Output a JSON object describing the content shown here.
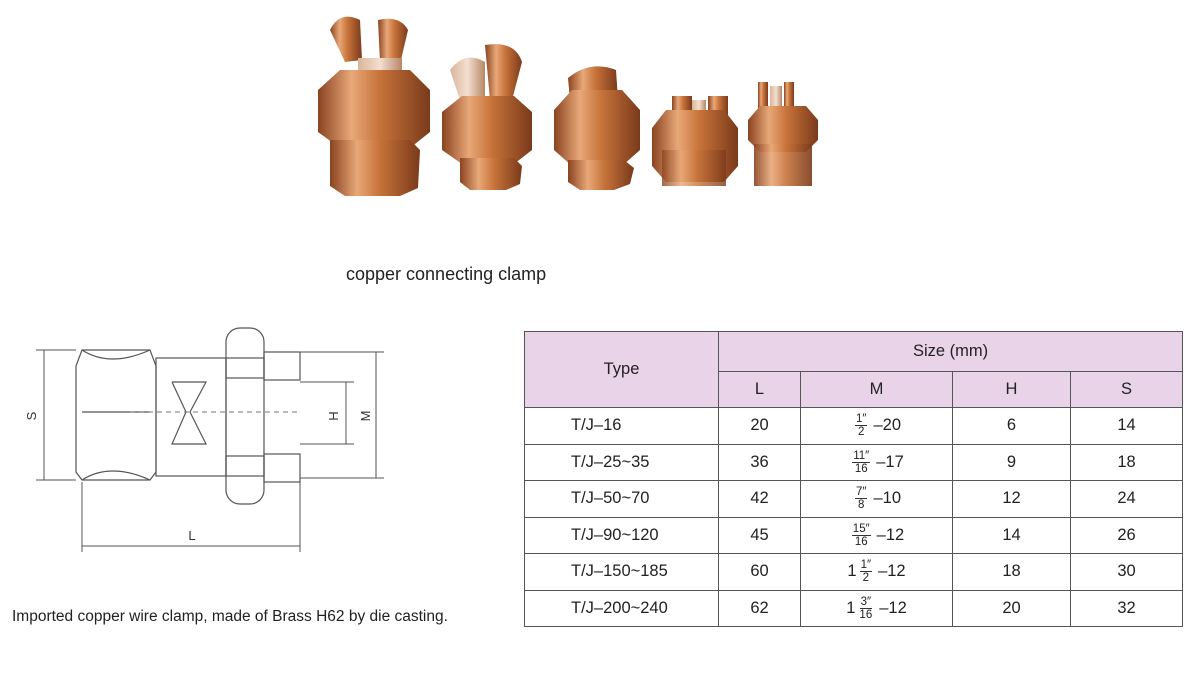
{
  "photo": {
    "caption": "copper connecting clamp",
    "clamps": [
      {
        "name": "clamp-1"
      },
      {
        "name": "clamp-2"
      },
      {
        "name": "clamp-3"
      },
      {
        "name": "clamp-4"
      },
      {
        "name": "clamp-5"
      }
    ]
  },
  "drawing": {
    "dim_labels": {
      "S": "S",
      "H": "H",
      "M": "M",
      "L": "L"
    }
  },
  "description": "Imported copper wire clamp, made of Brass H62 by die casting.",
  "table": {
    "headers": {
      "type": "Type",
      "size": "Size (mm)",
      "L": "L",
      "M": "M",
      "H": "H",
      "S": "S"
    },
    "rows": [
      {
        "type": "T/J–16",
        "L": "20",
        "m_whole": "",
        "m_num": "1″",
        "m_den": "2",
        "m_tail": "–20",
        "H": "6",
        "S": "14"
      },
      {
        "type": "T/J–25~35",
        "L": "36",
        "m_whole": "",
        "m_num": "11″",
        "m_den": "16",
        "m_tail": "–17",
        "H": "9",
        "S": "18"
      },
      {
        "type": "T/J–50~70",
        "L": "42",
        "m_whole": "",
        "m_num": "7″",
        "m_den": "8",
        "m_tail": "–10",
        "H": "12",
        "S": "24"
      },
      {
        "type": "T/J–90~120",
        "L": "45",
        "m_whole": "",
        "m_num": "15″",
        "m_den": "16",
        "m_tail": "–12",
        "H": "14",
        "S": "26"
      },
      {
        "type": "T/J–150~185",
        "L": "60",
        "m_whole": "1",
        "m_num": "1″",
        "m_den": "2",
        "m_tail": "–12",
        "H": "18",
        "S": "30"
      },
      {
        "type": "T/J–200~240",
        "L": "62",
        "m_whole": "1",
        "m_num": "3″",
        "m_den": "16",
        "m_tail": "–12",
        "H": "20",
        "S": "32"
      }
    ]
  },
  "colors": {
    "header_bg": "#e9d3e9",
    "copper": "#c7733a",
    "copper_light": "#e8a878",
    "copper_dark": "#8a4320"
  }
}
